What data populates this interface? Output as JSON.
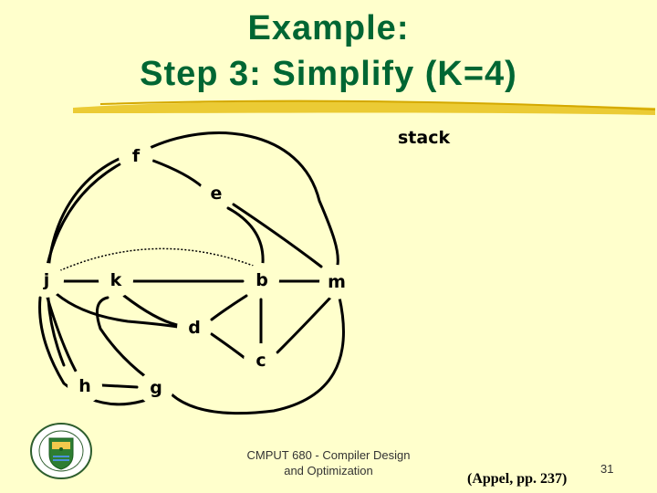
{
  "slide": {
    "title_line1": "Example:",
    "title_line2": "Step 3: Simplify (K=4)",
    "stack_label": "stack",
    "footer_line1": "CMPUT 680 - Compiler Design",
    "footer_line2": "and Optimization",
    "citation": "(Appel, pp. 237)",
    "page_number": "31"
  },
  "graph": {
    "nodes": [
      "f",
      "e",
      "j",
      "k",
      "b",
      "m",
      "d",
      "c",
      "h",
      "g"
    ],
    "interference_edges": [
      [
        "f",
        "e"
      ],
      [
        "f",
        "j"
      ],
      [
        "f",
        "m"
      ],
      [
        "e",
        "b"
      ],
      [
        "e",
        "m"
      ],
      [
        "j",
        "k"
      ],
      [
        "j",
        "h"
      ],
      [
        "j",
        "g"
      ],
      [
        "j",
        "d"
      ],
      [
        "k",
        "b"
      ],
      [
        "k",
        "d"
      ],
      [
        "k",
        "g"
      ],
      [
        "b",
        "m"
      ],
      [
        "b",
        "c"
      ],
      [
        "b",
        "d"
      ],
      [
        "m",
        "c"
      ],
      [
        "d",
        "c"
      ],
      [
        "h",
        "g"
      ],
      [
        "m",
        "g"
      ]
    ],
    "move_edges": [
      [
        "j",
        "b"
      ]
    ]
  },
  "colors": {
    "title": "#006633",
    "background": "#FFFFCC",
    "edge": "#000000",
    "underline": "#E8C21A"
  }
}
